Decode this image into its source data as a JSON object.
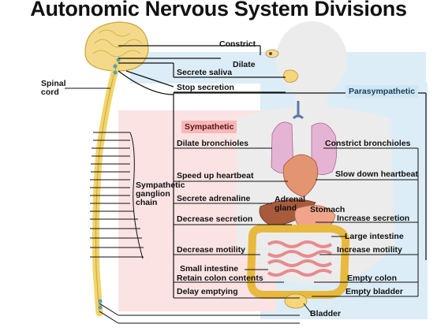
{
  "title": "Autonomic Nervous System Divisions",
  "legend": {
    "parasympathetic": "Parasympathetic",
    "sympathetic": "Sympathetic"
  },
  "anatomy": {
    "spinal_cord": "Spinal\ncord",
    "ganglion_chain": "Sympathetic\nganglion\nchain"
  },
  "parasympathetic_effects": {
    "constrict": "Constrict",
    "secrete_saliva": "Secrete saliva",
    "stop_secretion": "Stop secretion",
    "constrict_bronchioles": "Constrict bronchioles",
    "slow_heartbeat": "Slow down heartbeat",
    "increase_secretion": "Increase secretion",
    "increase_motility": "Increase motility",
    "empty_colon": "Empty colon",
    "empty_bladder": "Empty bladder"
  },
  "sympathetic_effects": {
    "dilate": "Dilate",
    "dilate_bronchioles": "Dilate bronchioles",
    "speed_heartbeat": "Speed up heartbeat",
    "secrete_adrenaline": "Secrete adrenaline",
    "decrease_secretion": "Decrease secretion",
    "decrease_motility": "Decrease motility",
    "retain_colon": "Retain colon contents",
    "delay_emptying": "Delay emptying"
  },
  "organs": {
    "adrenal_gland": "Adrenal\ngland",
    "stomach": "Stomach",
    "large_intestine": "Large intestine",
    "small_intestine": "Small intestine",
    "bladder": "Bladder"
  },
  "colors": {
    "parasympathetic_region": "#dcedf8",
    "sympathetic_region": "#fbe3e3",
    "spinal_cord": "#f2d56a",
    "lines": "#111111"
  }
}
